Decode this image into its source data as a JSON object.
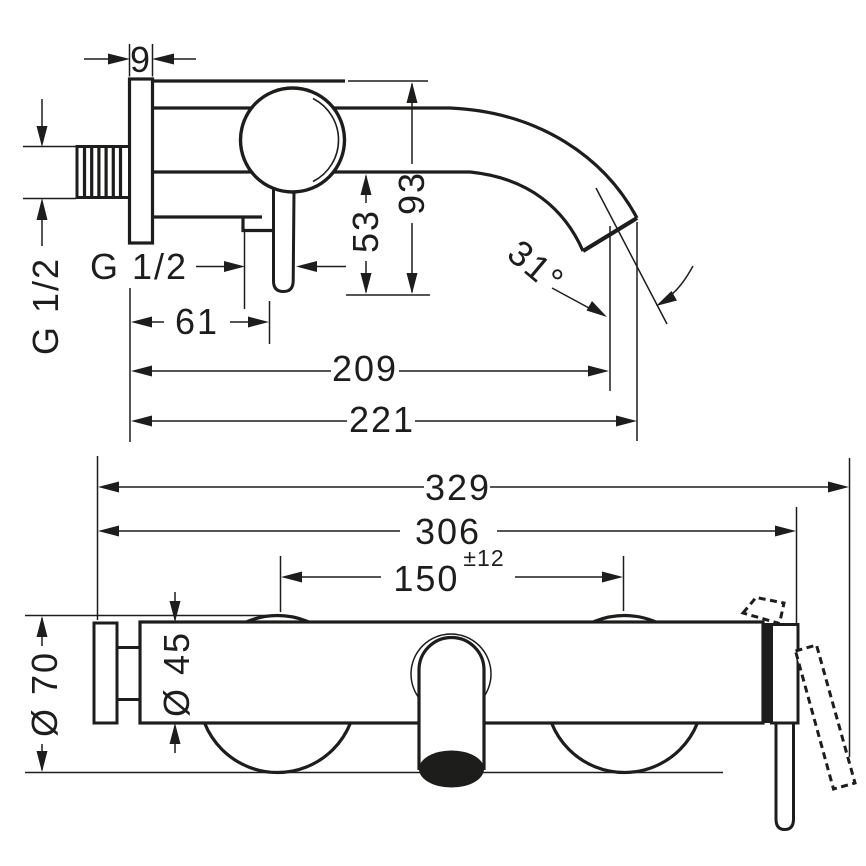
{
  "colors": {
    "ink": "#1d1d1b",
    "paper": "#ffffff"
  },
  "dims": {
    "plate_thickness": "9",
    "wall_thread": "G 1/2",
    "shower_outlet_thread": "G 1/2",
    "spout_underside_drop": "53",
    "total_drop": "93",
    "spout_angle": "31°",
    "wall_to_handle": "61",
    "wall_to_spout_mouth": "209",
    "total_projection": "221",
    "total_width": "329",
    "width_to_handle_edge": "306",
    "connection_distance": "150",
    "connection_tolerance": "±12",
    "escutcheon_diameter": "Ø 70",
    "body_diameter": "Ø 45"
  }
}
